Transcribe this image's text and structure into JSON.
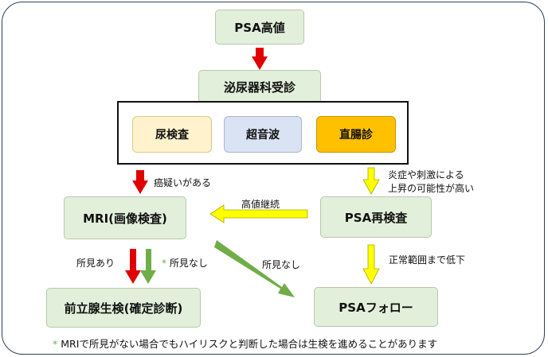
{
  "nodes": {
    "psa_high": "PSA高値",
    "urology": "泌尿器科受診",
    "urine": "尿検査",
    "ultrasound": "超音波",
    "rectal": "直腸診",
    "mri": "MRI(画像検査)",
    "psa_retest": "PSA再検査",
    "biopsy": "前立腺生検(確定診断)",
    "psa_follow": "PSAフォロー"
  },
  "edges": {
    "cancer_suspected": "癌疑いがある",
    "inflammation_1": "炎症や刺激による",
    "inflammation_2": "上昇の可能性が高い",
    "stays_high": "高値継続",
    "finding_yes": "所見あり",
    "finding_no_star": "*",
    "finding_no": "所見なし",
    "finding_no_diag": "所見なし",
    "normal_range": "正常範囲まで低下"
  },
  "footnote": {
    "star": "*",
    "text": "MRIで所見がない場合でもハイリスクと判断した場合は生検を進めることがあります"
  },
  "colors": {
    "red_arrow": "#e00000",
    "yellow_arrow": "#ffff00",
    "green_arrow": "#70ad47",
    "green_star": "#70ad47"
  }
}
